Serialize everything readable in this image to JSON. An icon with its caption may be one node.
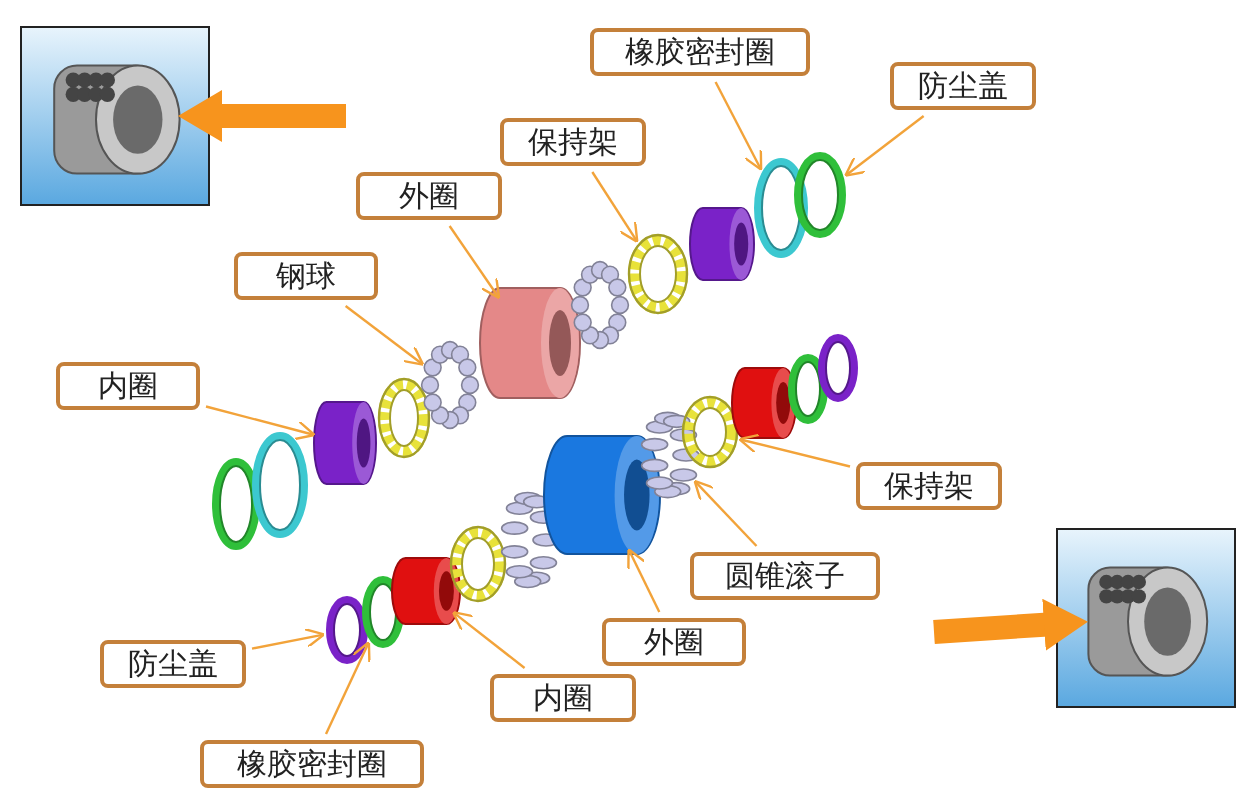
{
  "diagram": {
    "nodes": [
      {
        "text": [
          "橡胶密封圈"
        ]
      },
      {
        "text": [
          "防尘盖"
        ]
      },
      {
        "text": [
          "保持架"
        ]
      },
      {
        "text": [
          "外圈"
        ]
      },
      {
        "text": [
          "钢球"
        ]
      },
      {
        "text": [
          "内圈"
        ]
      },
      {
        "text": [
          "保持架"
        ]
      },
      {
        "text": [
          "圆锥滚子"
        ]
      },
      {
        "text": [
          "外圈"
        ]
      },
      {
        "text": [
          "防尘盖"
        ]
      },
      {
        "text": [
          "内圈"
        ]
      },
      {
        "text": [
          "橡胶密封圈"
        ]
      },
      {
        "text": [],
        "shape": "ring"
      },
      {
        "text": [],
        "shape": "ring"
      },
      {
        "text": [],
        "shape": "cylinder"
      },
      {
        "text": [],
        "shape": "ring"
      },
      {
        "text": [],
        "shape": "ring"
      },
      {
        "text": [],
        "shape": "cage"
      },
      {
        "text": [],
        "shape": "cylinder"
      },
      {
        "text": [],
        "shape": "balls"
      },
      {
        "text": [],
        "shape": "cage"
      },
      {
        "text": [],
        "shape": "cylinder"
      },
      {
        "text": [],
        "shape": "rollers"
      },
      {
        "text": [],
        "shape": "balls"
      },
      {
        "text": [],
        "shape": "cylinder"
      },
      {
        "text": [],
        "shape": "cage"
      },
      {
        "text": [],
        "shape": "rollers"
      },
      {
        "text": [],
        "shape": "cage"
      },
      {
        "text": [],
        "shape": "cylinder"
      },
      {
        "text": [],
        "shape": "cylinder"
      },
      {
        "text": [],
        "shape": "ring"
      },
      {
        "text": [],
        "shape": "ring"
      },
      {
        "text": [],
        "shape": "ring"
      },
      {
        "text": [],
        "shape": "ring"
      },
      {
        "text": [],
        "shape": "picture"
      },
      {
        "text": [],
        "shape": "picture"
      }
    ],
    "edges": [
      {
        "from": 0,
        "to": 30,
        "arrow": "to"
      },
      {
        "from": 1,
        "to": 32,
        "arrow": "to"
      },
      {
        "from": 2,
        "to": 25,
        "arrow": "to"
      },
      {
        "from": 3,
        "to": 21,
        "arrow": "to"
      },
      {
        "from": 4,
        "to": 19,
        "arrow": "to"
      },
      {
        "from": 5,
        "to": 14,
        "arrow": "to"
      },
      {
        "from": 6,
        "to": 27,
        "arrow": "to"
      },
      {
        "from": 7,
        "to": 26,
        "arrow": "to"
      },
      {
        "from": 8,
        "to": 24,
        "arrow": "to"
      },
      {
        "from": 9,
        "to": 15,
        "arrow": "to"
      },
      {
        "from": 10,
        "to": 18,
        "arrow": "to"
      },
      {
        "from": 11,
        "to": 16,
        "arrow": "to"
      },
      {
        "from": null,
        "to": 34,
        "arrow": "to",
        "style": "thick",
        "color": "#f7941d"
      },
      {
        "from": null,
        "to": 35,
        "arrow": "to",
        "style": "thick",
        "color": "#f7941d"
      }
    ]
  }
}
